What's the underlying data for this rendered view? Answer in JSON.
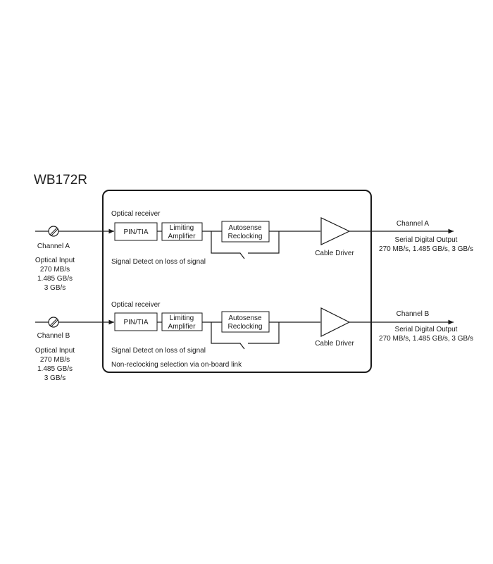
{
  "title": "WB172R",
  "note": "Non-reclocking selection via on-board link",
  "channels": [
    {
      "input_label": "Channel A",
      "input_desc": [
        "Optical Input",
        "270 MB/s",
        "1.485 GB/s",
        "3 GB/s"
      ],
      "receiver_label": "Optical receiver",
      "pin_tia": "PIN/TIA",
      "limiting": [
        "Limiting",
        "Amplifier"
      ],
      "autosense": [
        "Autosense",
        "Reclocking"
      ],
      "signal_detect": "Signal Detect on loss of signal",
      "driver": "Cable Driver",
      "output_label": "Channel A",
      "output_desc": [
        "Serial Digital Output",
        "270 MB/s, 1.485 GB/s, 3 GB/s"
      ]
    },
    {
      "input_label": "Channel B",
      "input_desc": [
        "Optical Input",
        "270 MB/s",
        "1.485 GB/s",
        "3 GB/s"
      ],
      "receiver_label": "Optical receiver",
      "pin_tia": "PIN/TIA",
      "limiting": [
        "Limiting",
        "Amplifier"
      ],
      "autosense": [
        "Autosense",
        "Reclocking"
      ],
      "signal_detect": "Signal Detect on loss of signal",
      "driver": "Cable Driver",
      "output_label": "Channel B",
      "output_desc": [
        "Serial Digital Output",
        "270 MB/s, 1.485 GB/s, 3 GB/s"
      ]
    }
  ]
}
